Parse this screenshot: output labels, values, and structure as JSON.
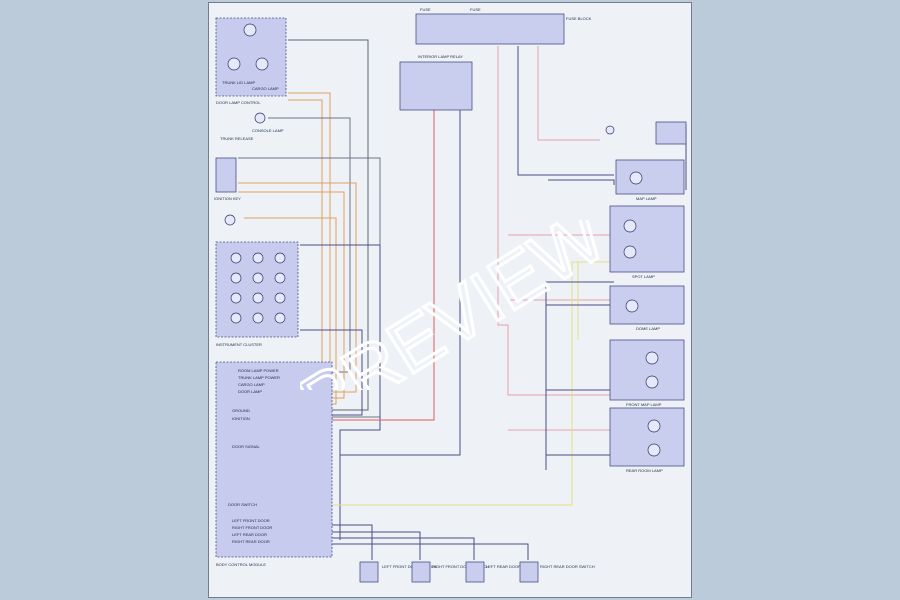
{
  "watermark": "PREVIEW",
  "components": {
    "lamp_block": {
      "caption": "DOOR LAMP CONTROL",
      "lamp_a": "TRUNK LID LAMP",
      "lamp_b": "CARGO LAMP"
    },
    "dimmer_unit": {
      "caption": "TRUNK RELEASE",
      "lamp": "CONSOLE LAMP"
    },
    "ignition_key": {
      "caption": "IGNITION KEY"
    },
    "lamp_array": {
      "caption": "INSTRUMENT CLUSTER"
    },
    "control_unit": {
      "caption": "BODY CONTROL MODULE",
      "pins": [
        "ROOM LAMP POWER",
        "TRUNK LAMP POWER",
        "CARGO LAMP",
        "DOOR LAMP",
        "GROUND",
        "IGNITION",
        "DOOR SIGNAL",
        "DOOR SWITCH",
        "LEFT FRONT DOOR",
        "RIGHT FRONT DOOR",
        "LEFT REAR DOOR",
        "RIGHT REAR DOOR"
      ]
    },
    "fuse_block": {
      "caption": "FUSE BLOCK",
      "fuse_a": "FUSE",
      "fuse_b": "FUSE"
    },
    "relay_box": {
      "caption": "INTERIOR LAMP RELAY"
    },
    "right_modules": [
      {
        "caption": "MAP LAMP"
      },
      {
        "caption": "SPOT LAMP"
      },
      {
        "caption": "DOME LAMP"
      },
      {
        "caption": "FRONT MAP LAMP"
      },
      {
        "caption": "REAR ROOM LAMP"
      }
    ],
    "door_switches": [
      {
        "caption": "LEFT FRONT DOOR SWITCH"
      },
      {
        "caption": "RIGHT FRONT DOOR SWITCH"
      },
      {
        "caption": "LEFT REAR DOOR SWITCH"
      },
      {
        "caption": "RIGHT REAR DOOR SWITCH"
      }
    ]
  },
  "colors": {
    "red": "#e05a5a",
    "orange": "#e0a060",
    "pink": "#e8a0a8",
    "yellow": "#e2e080",
    "dark": "#4a4e86",
    "gray": "#6c7684"
  }
}
